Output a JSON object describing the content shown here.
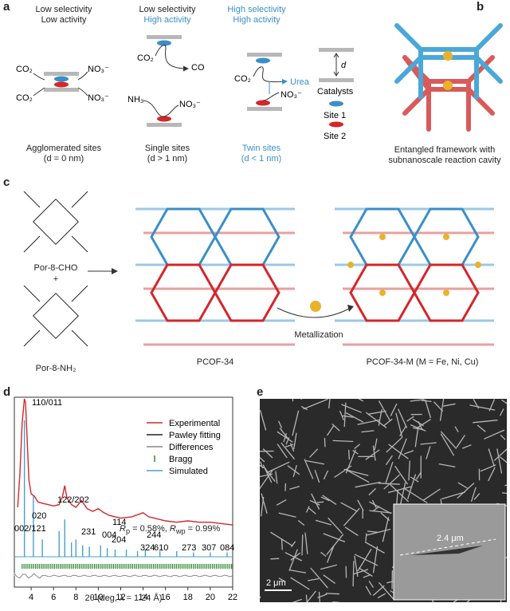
{
  "panels": {
    "a": "a",
    "b": "b",
    "c": "c",
    "d": "d",
    "e": "e"
  },
  "panel_a": {
    "col1_line1": "Low selectivity",
    "col1_line2": "Low activity",
    "col2_line1": "Low selectivity",
    "col2_line2": "High activity",
    "col3_line1": "High selectivity",
    "col3_line2": "High activity",
    "col1_cap1": "Agglomerated sites",
    "col1_cap2": "(d = 0 nm)",
    "col2_cap1": "Single sites",
    "col2_cap2": "(d > 1 nm)",
    "col3_cap1": "Twin sites",
    "col3_cap2": "(d < 1 nm)",
    "co2": "CO₂",
    "no3": "NO₃⁻",
    "nh3": "NH₃",
    "co": "CO",
    "urea": "Urea",
    "legend_d": "d",
    "legend_catalysts": "Catalysts",
    "legend_site1": "Site 1",
    "legend_site2": "Site 2",
    "colors": {
      "site1": "#3a8fc8",
      "site2": "#d4262b",
      "plate": "#b8b8b8"
    }
  },
  "panel_b": {
    "cap1": "Entangled framework with",
    "cap2": "subnanoscale reaction cavity"
  },
  "panel_c": {
    "mol1": "Por-8-CHO",
    "plus": "+",
    "mol2": "Por-8-NH₂",
    "cof1": "PCOF-34",
    "cof2": "PCOF-34-M (M = Fe, Ni, Cu)",
    "metallization": "Metallization"
  },
  "panel_d": {
    "peaks": [
      "110/011",
      "020",
      "002/121",
      "122/202",
      "231",
      "004",
      "114",
      "204",
      "324",
      "244",
      "610",
      "273",
      "307",
      "084"
    ],
    "rp_text": "R",
    "rp_sub": "p",
    "rp_val": " = 0.58%, ",
    "rwp_text": "R",
    "rwp_sub": "wp",
    "rwp_val": " = 0.99%",
    "xlabel": "2θ (deg, λ = 1.24 Å)"
  },
  "panel_e": {
    "scale_main": "2 μm",
    "scale_inset": "2.4 μm"
  },
  "chart_data": {
    "type": "line",
    "xlabel": "2θ (deg, λ = 1.24 Å)",
    "xlim": [
      2.5,
      22
    ],
    "xticks": [
      4,
      6,
      8,
      10,
      12,
      14,
      16,
      18,
      20,
      22
    ],
    "legend_position": "top-right",
    "series": [
      {
        "name": "Experimental",
        "color": "#d4262b",
        "x": [
          2.8,
          3.0,
          3.2,
          3.4,
          3.5,
          3.6,
          3.8,
          4.0,
          4.3,
          4.6,
          5.0,
          5.5,
          6.0,
          6.5,
          6.8,
          7.0,
          7.2,
          7.6,
          8.0,
          8.5,
          9.0,
          9.5,
          10.0,
          10.5,
          11.0,
          12.0,
          13.0,
          14.0,
          14.5,
          15.0,
          16.0,
          17.0,
          18.0,
          19.0,
          20.0,
          21.0,
          22.0
        ],
        "y": [
          0.2,
          0.45,
          0.82,
          1.0,
          0.97,
          0.78,
          0.4,
          0.3,
          0.28,
          0.24,
          0.23,
          0.22,
          0.21,
          0.22,
          0.28,
          0.36,
          0.27,
          0.22,
          0.2,
          0.25,
          0.19,
          0.17,
          0.19,
          0.16,
          0.14,
          0.12,
          0.13,
          0.16,
          0.13,
          0.12,
          0.1,
          0.09,
          0.1,
          0.09,
          0.09,
          0.08,
          0.07
        ]
      },
      {
        "name": "Pawley fitting",
        "color": "#222222"
      },
      {
        "name": "Differences",
        "color": "#888888"
      },
      {
        "name": "Bragg",
        "color": "#2a8a2a"
      },
      {
        "name": "Simulated",
        "color": "#4aa0c8",
        "peaks": [
          [
            3.4,
            0.95
          ],
          [
            4.2,
            0.42
          ],
          [
            5.0,
            0.12
          ],
          [
            6.5,
            0.18
          ],
          [
            7.0,
            0.26
          ],
          [
            7.6,
            0.1
          ],
          [
            8.0,
            0.12
          ],
          [
            8.6,
            0.08
          ],
          [
            9.2,
            0.07
          ],
          [
            10.2,
            0.08
          ],
          [
            10.8,
            0.06
          ],
          [
            11.5,
            0.05
          ],
          [
            12.5,
            0.05
          ],
          [
            13.5,
            0.04
          ],
          [
            14.2,
            0.05
          ],
          [
            15.5,
            0.04
          ],
          [
            17.0,
            0.04
          ],
          [
            18.5,
            0.03
          ],
          [
            20.0,
            0.03
          ],
          [
            21.5,
            0.03
          ]
        ]
      }
    ]
  }
}
